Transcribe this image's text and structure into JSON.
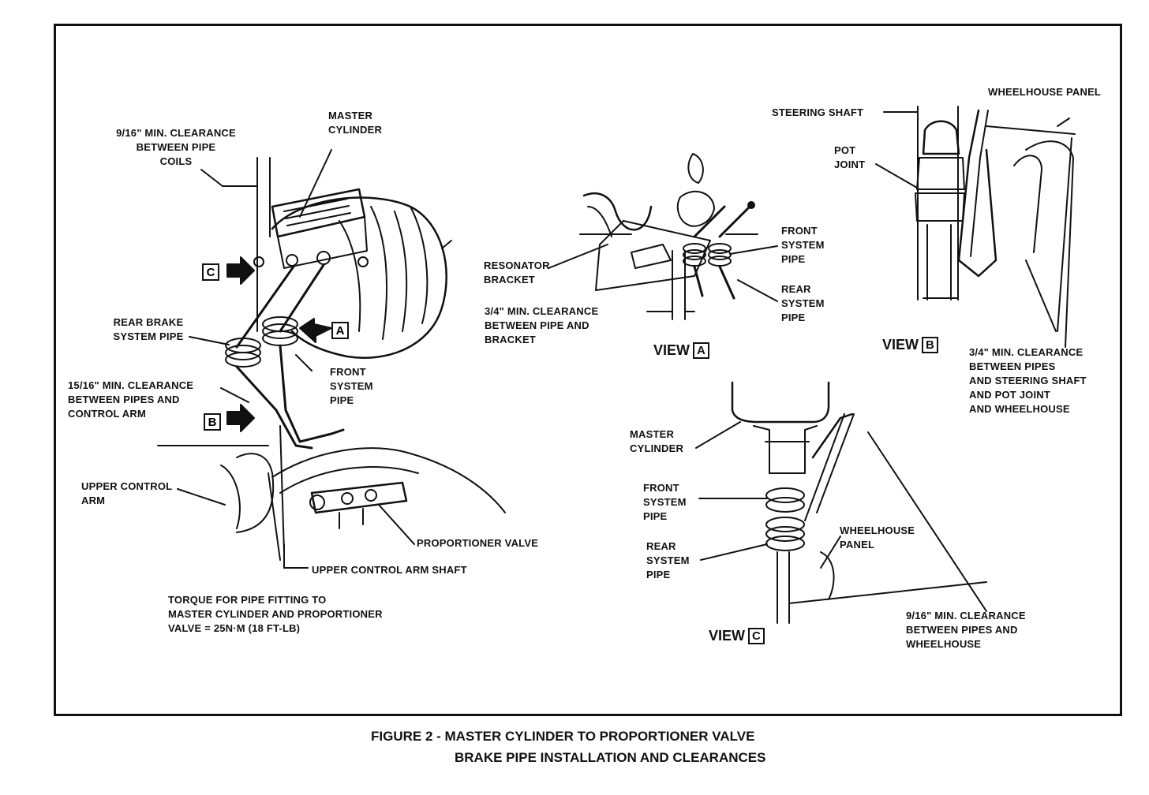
{
  "labels": {
    "clear_coils": "9/16\" MIN. CLEARANCE\nBETWEEN PIPE\nCOILS",
    "master_cyl_main": "MASTER\nCYLINDER",
    "rear_brake_pipe": "REAR BRAKE\nSYSTEM PIPE",
    "front_pipe_main": "FRONT\nSYSTEM\nPIPE",
    "clear_control_arm": "15/16\" MIN. CLEARANCE\nBETWEEN PIPES AND\nCONTROL ARM",
    "upper_control_arm": "UPPER CONTROL\nARM",
    "prop_valve": "PROPORTIONER VALVE",
    "control_arm_shaft": "UPPER CONTROL ARM SHAFT",
    "torque_note": "TORQUE FOR PIPE FITTING TO\nMASTER CYLINDER AND PROPORTIONER\nVALVE = 25N·m (18 ft-lb)",
    "resonator": "RESONATOR\nBRACKET",
    "clear_bracket": "3/4\" MIN. CLEARANCE\nBETWEEN PIPE AND\nBRACKET",
    "front_pipe_a": "FRONT\nSYSTEM\nPIPE",
    "rear_pipe_a": "REAR\nSYSTEM\nPIPE",
    "steering_shaft": "STEERING SHAFT",
    "wheelhouse_b": "WHEELHOUSE PANEL",
    "pot_joint": "POT\nJOINT",
    "clear_steering": "3/4\" MIN. CLEARANCE\nBETWEEN PIPES\nAND STEERING SHAFT\nAND POT JOINT\nAND WHEELHOUSE",
    "master_cyl_c": "MASTER\nCYLINDER",
    "front_pipe_c": "FRONT\nSYSTEM\nPIPE",
    "rear_pipe_c": "REAR\nSYSTEM\nPIPE",
    "wheelhouse_c": "WHEELHOUSE\nPANEL",
    "clear_wheelhouse": "9/16\" MIN. CLEARANCE\nBETWEEN  PIPES AND\nWHEELHOUSE"
  },
  "views": {
    "word": "VIEW",
    "a": "A",
    "b": "B",
    "c": "C"
  },
  "callouts": {
    "a": "A",
    "b": "B",
    "c": "C"
  },
  "caption": {
    "line1": "FIGURE 2 - MASTER CYLINDER TO PROPORTIONER VALVE",
    "line2": "BRAKE PIPE INSTALLATION AND CLEARANCES"
  }
}
